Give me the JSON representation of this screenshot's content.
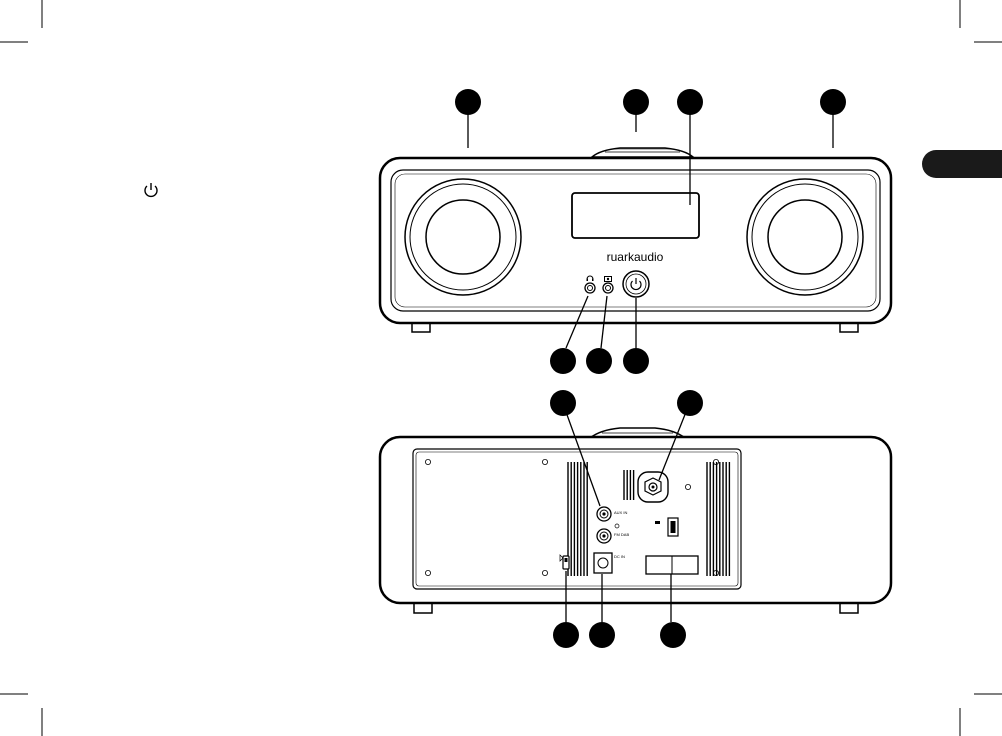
{
  "page": {
    "background": "#ffffff",
    "ink_color": "#000000",
    "tab_color": "#1a1a1a"
  },
  "front_view": {
    "brand_label": "ruarkaudio",
    "headphone_icon": "headphone-icon",
    "aux_icon": "aux-in-icon",
    "power_icon": "power-icon"
  },
  "back_view": {
    "jack_labels": [
      "AUX IN",
      "FM DAB"
    ],
    "dc_label": "DC IN"
  },
  "text_power_icon": "power-icon",
  "callouts": {
    "front_top": [
      "",
      "",
      "",
      ""
    ],
    "front_bottom": [
      "",
      "",
      ""
    ],
    "back_top": [
      "",
      ""
    ],
    "back_bottom": [
      "",
      "",
      ""
    ]
  }
}
